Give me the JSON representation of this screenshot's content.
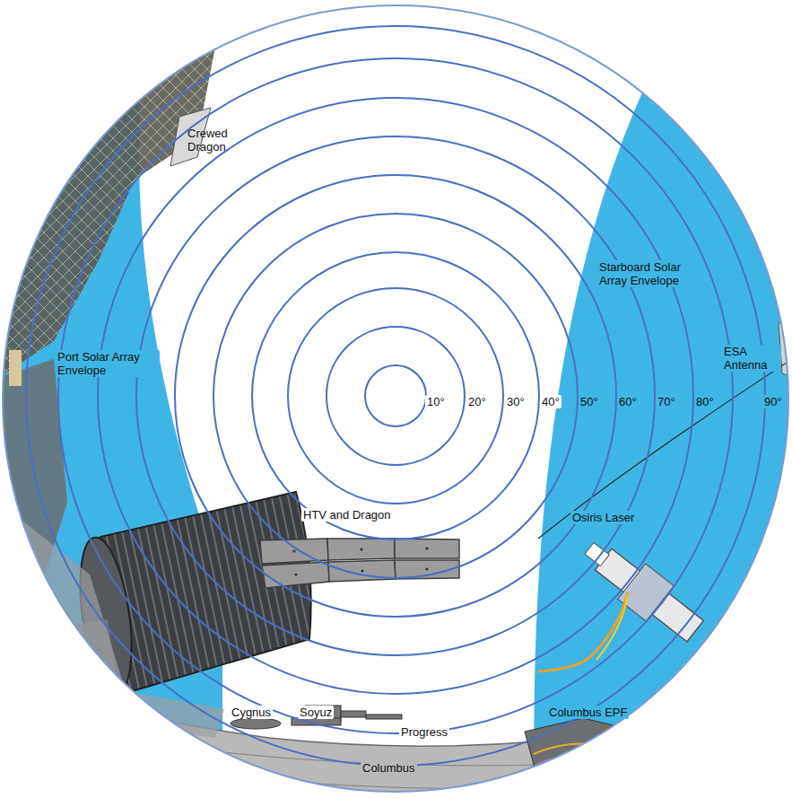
{
  "diagram": {
    "labels": [
      "Crewed Dragon",
      "Starboard Solar Array Envelope",
      "Port Solar Array Envelope",
      "ESA Antenna",
      "10°",
      "20°",
      "30°",
      "40°",
      "50°",
      "60°",
      "70°",
      "80°",
      "90°",
      "HTV and Dragon",
      "Osiris Laser",
      "Cygnus",
      "Soyuz",
      "Progress",
      "Columbus EPF",
      "Columbus"
    ]
  }
}
